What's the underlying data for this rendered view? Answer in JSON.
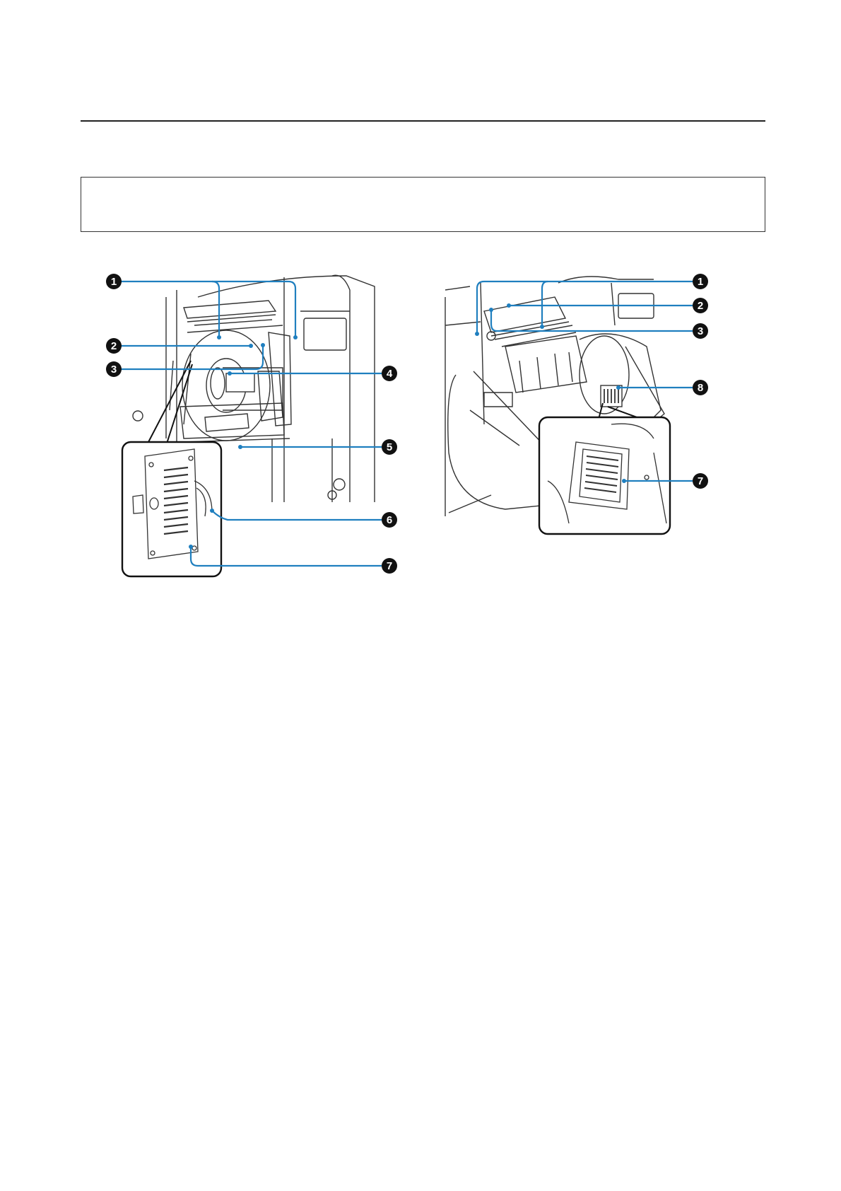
{
  "document": {
    "note_box_text": "",
    "figure_left": {
      "callouts": [
        "1",
        "2",
        "3",
        "4",
        "5",
        "6",
        "7"
      ]
    },
    "figure_right": {
      "callouts": [
        "1",
        "2",
        "3",
        "8",
        "7"
      ]
    }
  },
  "colors": {
    "leader_line": "#1f7fbf",
    "callout_badge": "#111111",
    "line_art": "#333333"
  }
}
